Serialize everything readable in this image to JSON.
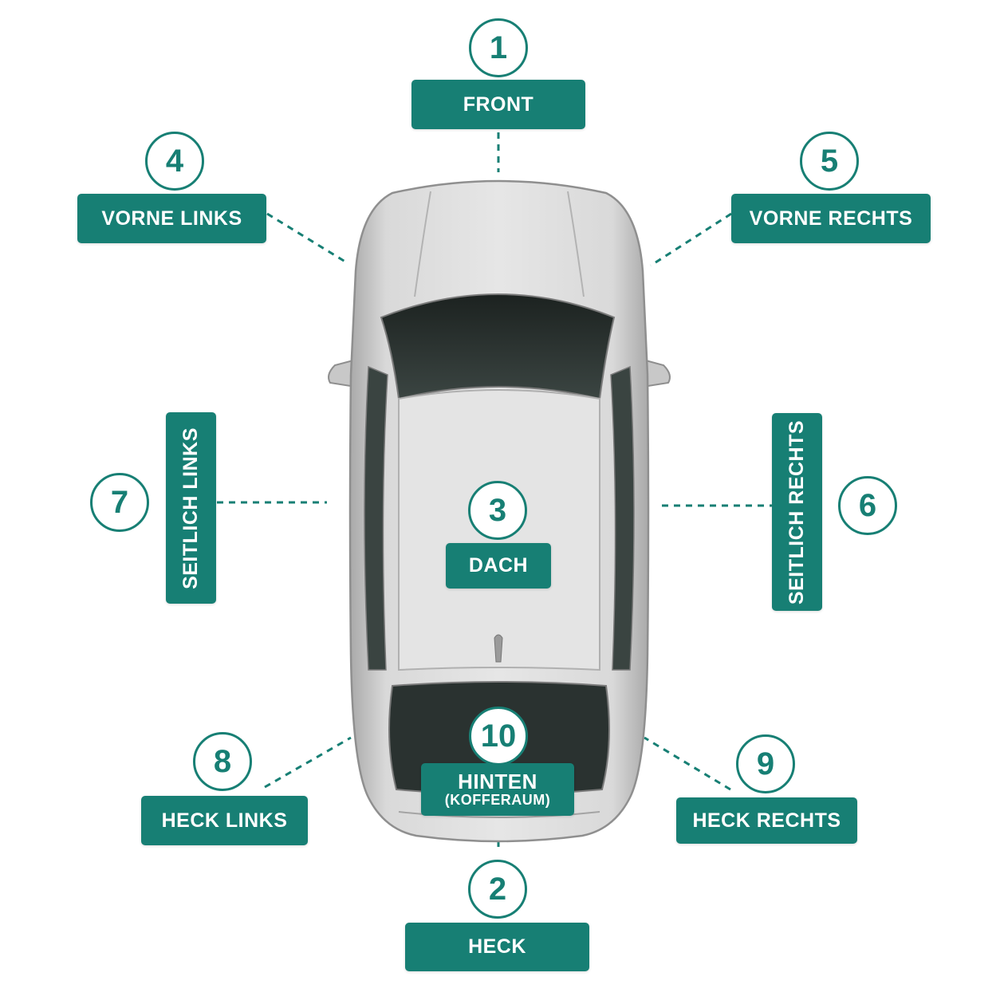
{
  "points": [
    {
      "id": "front",
      "number": "1",
      "label": "FRONT"
    },
    {
      "id": "heck",
      "number": "2",
      "label": "HECK"
    },
    {
      "id": "dach",
      "number": "3",
      "label": "DACH"
    },
    {
      "id": "vorne-links",
      "number": "4",
      "label": "VORNE LINKS"
    },
    {
      "id": "vorne-rechts",
      "number": "5",
      "label": "VORNE RECHTS"
    },
    {
      "id": "seitlich-rechts",
      "number": "6",
      "label": "SEITLICH RECHTS"
    },
    {
      "id": "seitlich-links",
      "number": "7",
      "label": "SEITLICH LINKS"
    },
    {
      "id": "heck-links",
      "number": "8",
      "label": "HECK LINKS"
    },
    {
      "id": "heck-rechts",
      "number": "9",
      "label": "HECK RECHTS"
    },
    {
      "id": "hinten",
      "number": "10",
      "label": "HINTEN",
      "sublabel": "(KOFFERAUM)"
    }
  ],
  "colors": {
    "accent": "#177f74",
    "car_body": "#d6d6d6",
    "glass": "#2b3331",
    "taillight": "#c0392b"
  }
}
